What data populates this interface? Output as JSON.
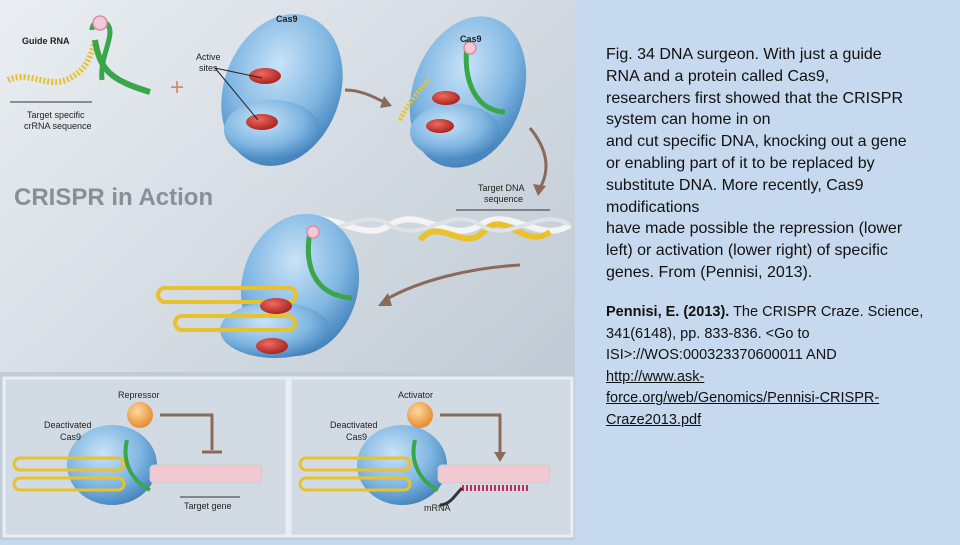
{
  "figure": {
    "guide_rna_label": "Guide RNA",
    "target_crrna_line1": "Target specific",
    "target_crrna_line2": "crRNA sequence",
    "active_sites_line1": "Active",
    "active_sites_line2": "sites",
    "cas9_label_1": "Cas9",
    "cas9_label_2": "Cas9",
    "plus_sign": "+",
    "crispr_title": "CRISPR in Action",
    "target_dna_line1": "Target DNA",
    "target_dna_line2": "sequence",
    "repressor_label": "Repressor",
    "activator_label": "Activator",
    "deactivated_left_line1": "Deactivated",
    "deactivated_left_line2": "Cas9",
    "deactivated_right_line1": "Deactivated",
    "deactivated_right_line2": "Cas9",
    "target_gene_label": "Target gene",
    "mrna_label": "mRNA",
    "colors": {
      "background": "#c9d2db",
      "cas9_blue": "#7fb6e2",
      "guide_green": "#3aa64a",
      "dna_yellow": "#e8c22c",
      "active_site_red": "#c0302e",
      "title_gray": "#8a8f96",
      "panel_border": "#e8eef4"
    }
  },
  "caption": {
    "lines": [
      "Fig. 34 DNA surgeon. With just a guide",
      "RNA and a protein called Cas9,",
      "researchers first showed that the CRISPR",
      "system can home in on",
      "and cut specific DNA, knocking out a gene",
      "or enabling part of it to be replaced by",
      "substitute DNA. More recently, Cas9",
      "modifications",
      "have made possible the repression (lower",
      "left) or activation (lower right) of specific",
      "genes. From (Pennisi, 2013)."
    ]
  },
  "reference": {
    "author_year": "Pennisi, E. (2013).",
    "rest_line1": " The CRISPR Craze. Science,",
    "line2": "341(6148), pp. 833-836. <Go to",
    "line3": "ISI>://WOS:000323370600011 AND",
    "link_line1": "http://www.ask-",
    "link_line2": "force.org/web/Genomics/Pennisi-CRISPR-",
    "link_line3": "Craze2013.pdf"
  }
}
